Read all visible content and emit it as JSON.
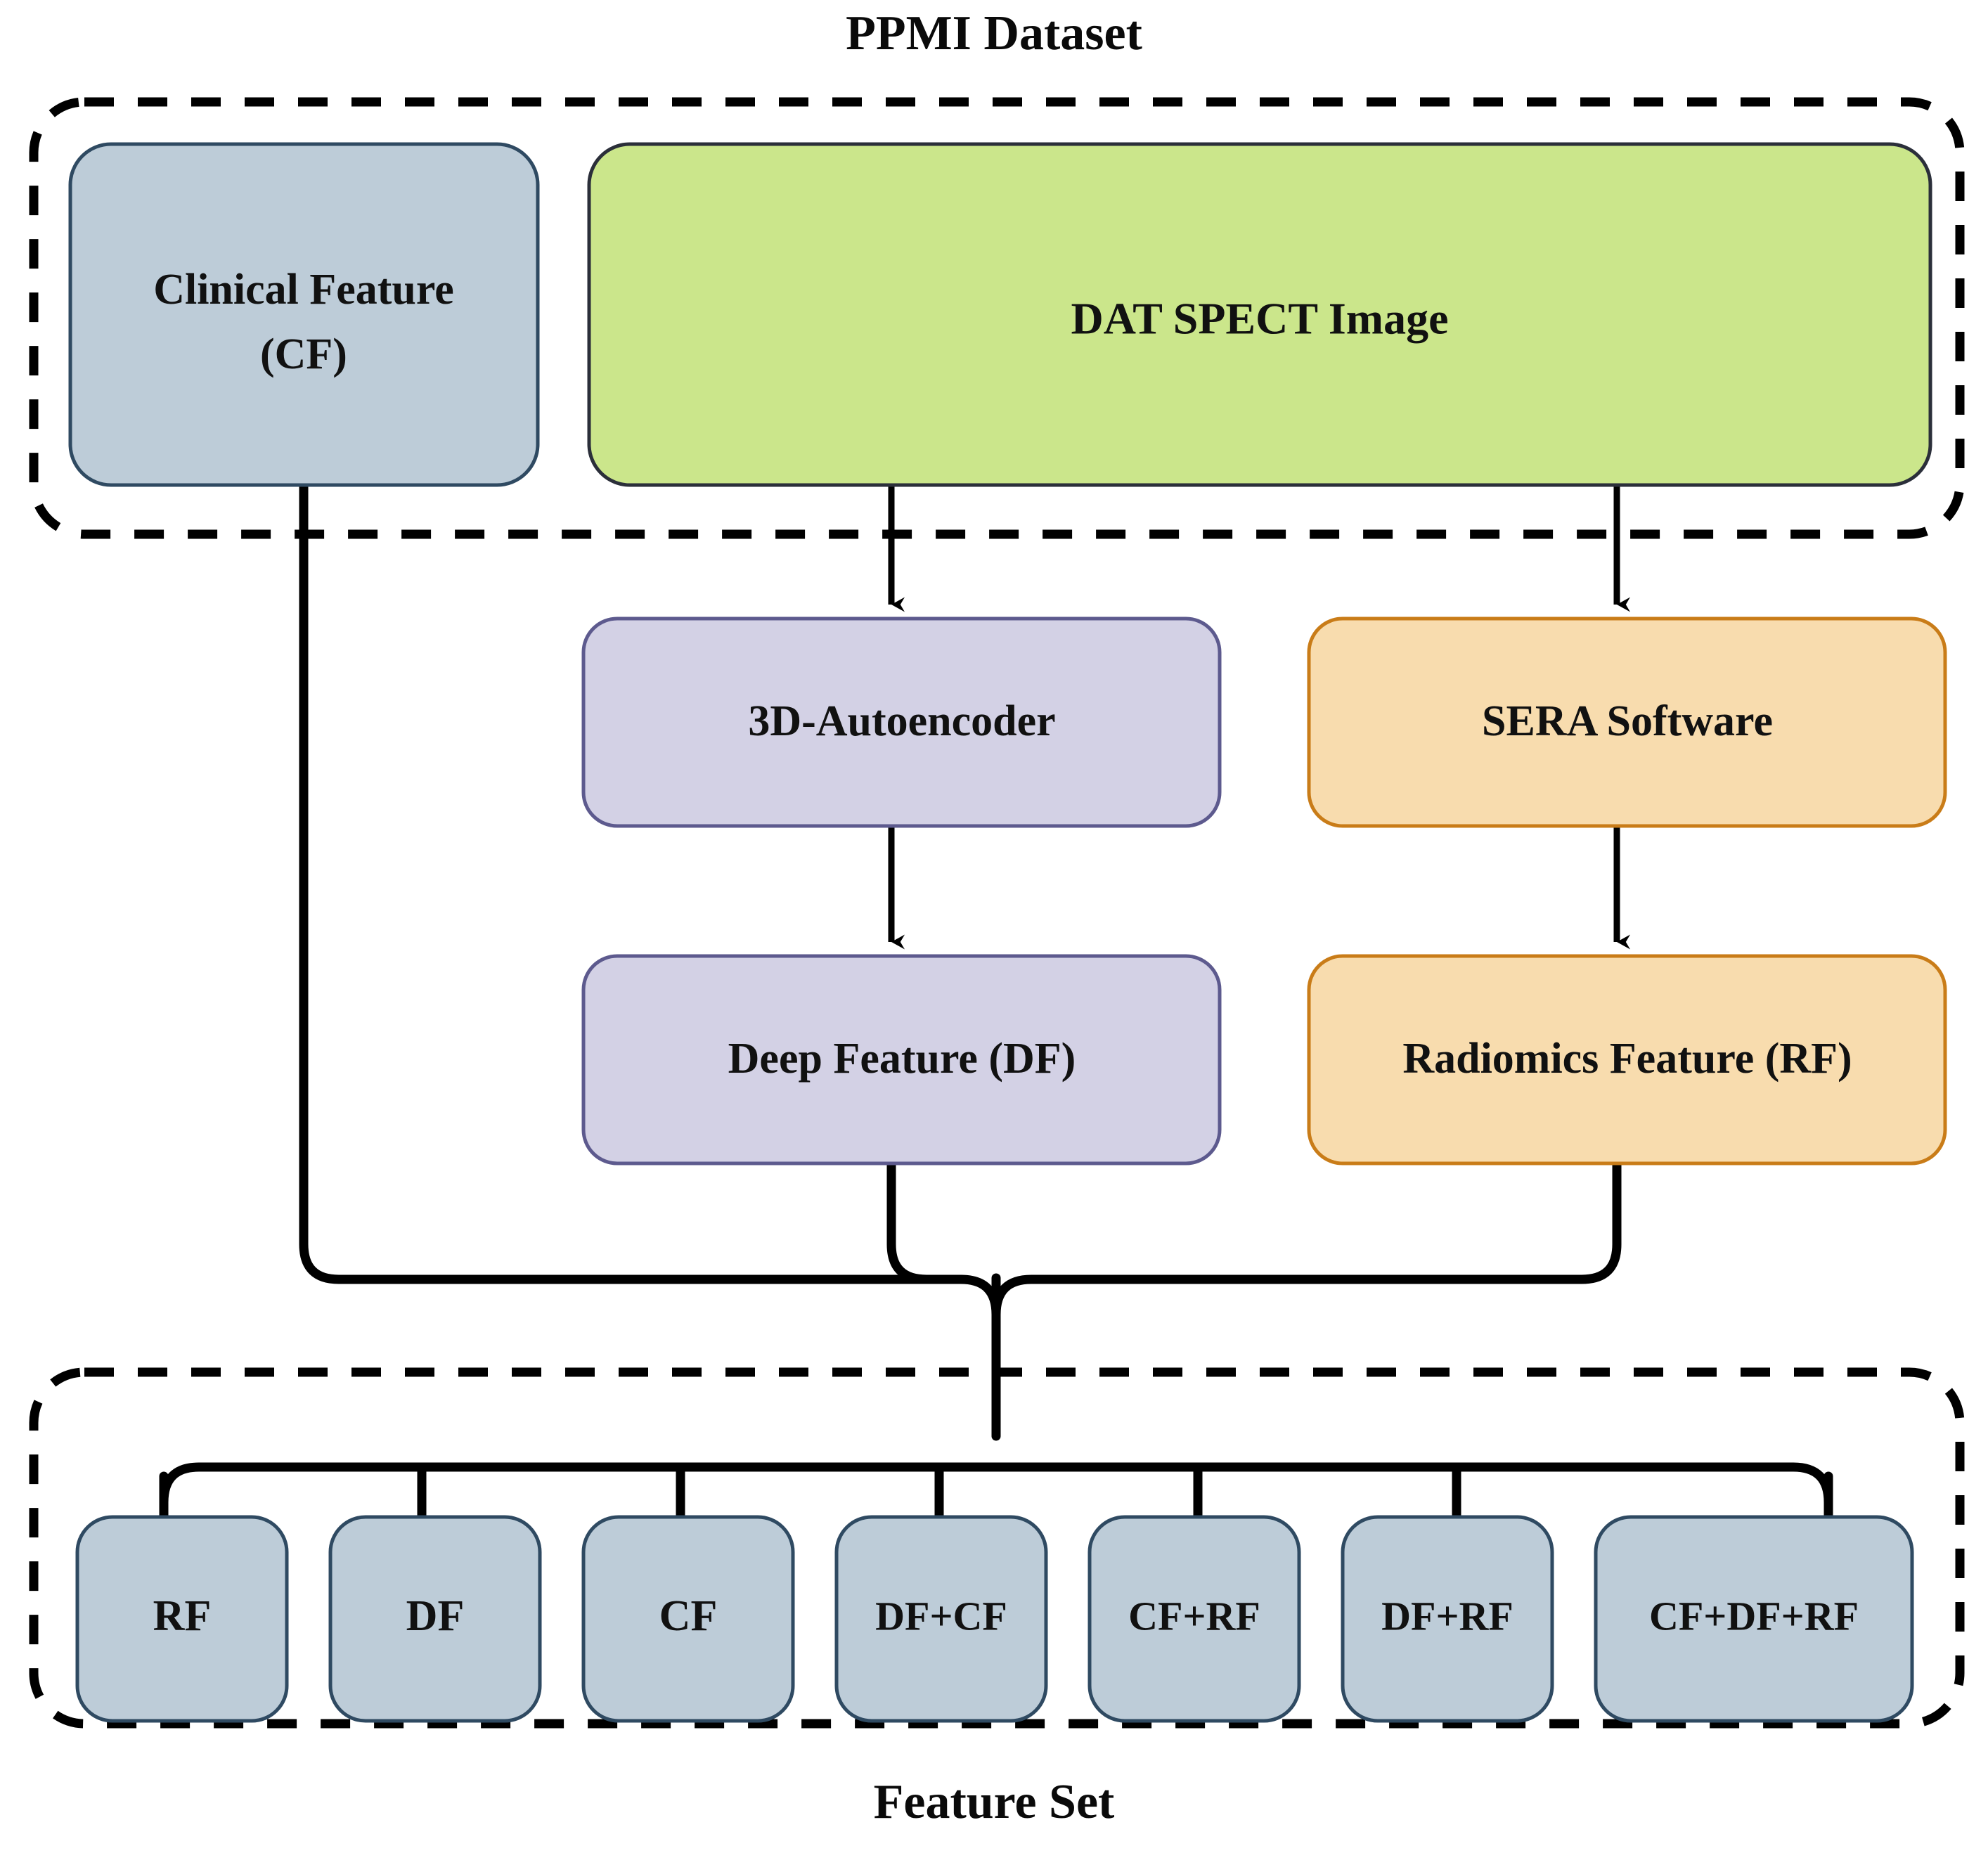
{
  "figure": {
    "type": "flowchart",
    "top_group_title": "PPMI Dataset",
    "bottom_group_title": "Feature Set"
  },
  "colors": {
    "blue_fill": "#bdccd8",
    "blue_stroke": "#2f4a62",
    "green_fill": "#cbe68b",
    "green_stroke": "#2b2f3a",
    "purple_fill": "#d3d1e5",
    "purple_stroke": "#5d5a8e",
    "orange_fill": "#f8dcae",
    "orange_stroke": "#c97c18",
    "edge": "#000000",
    "dash": "#000000"
  },
  "nodes": {
    "clinical_feature": {
      "label_line1": "Clinical Feature",
      "label_line2": "(CF)",
      "style": "blue"
    },
    "dat_spect": {
      "label": "DAT SPECT Image",
      "style": "green"
    },
    "autoencoder": {
      "label": "3D-Autoencoder",
      "style": "purple"
    },
    "sera": {
      "label": "SERA Software",
      "style": "orange"
    },
    "deep_feature": {
      "label": "Deep Feature (DF)",
      "style": "purple"
    },
    "radiomics_feature": {
      "label": "Radiomics Feature (RF)",
      "style": "orange"
    }
  },
  "feature_sets": [
    {
      "label": "RF"
    },
    {
      "label": "DF"
    },
    {
      "label": "CF"
    },
    {
      "label": "DF+CF"
    },
    {
      "label": "CF+RF"
    },
    {
      "label": "DF+RF"
    },
    {
      "label": "CF+DF+RF"
    }
  ],
  "edges": [
    {
      "from": "dat_spect",
      "to": "autoencoder",
      "kind": "arrow"
    },
    {
      "from": "dat_spect",
      "to": "sera",
      "kind": "arrow"
    },
    {
      "from": "autoencoder",
      "to": "deep_feature",
      "kind": "arrow"
    },
    {
      "from": "sera",
      "to": "radiomics_feature",
      "kind": "arrow"
    },
    {
      "from": "clinical_feature",
      "to": "merge-bus",
      "kind": "line"
    },
    {
      "from": "deep_feature",
      "to": "merge-bus",
      "kind": "line"
    },
    {
      "from": "radiomics_feature",
      "to": "merge-bus",
      "kind": "line"
    },
    {
      "from": "merge-bus",
      "to": "feature_sets",
      "kind": "fan-out-arrows"
    }
  ]
}
